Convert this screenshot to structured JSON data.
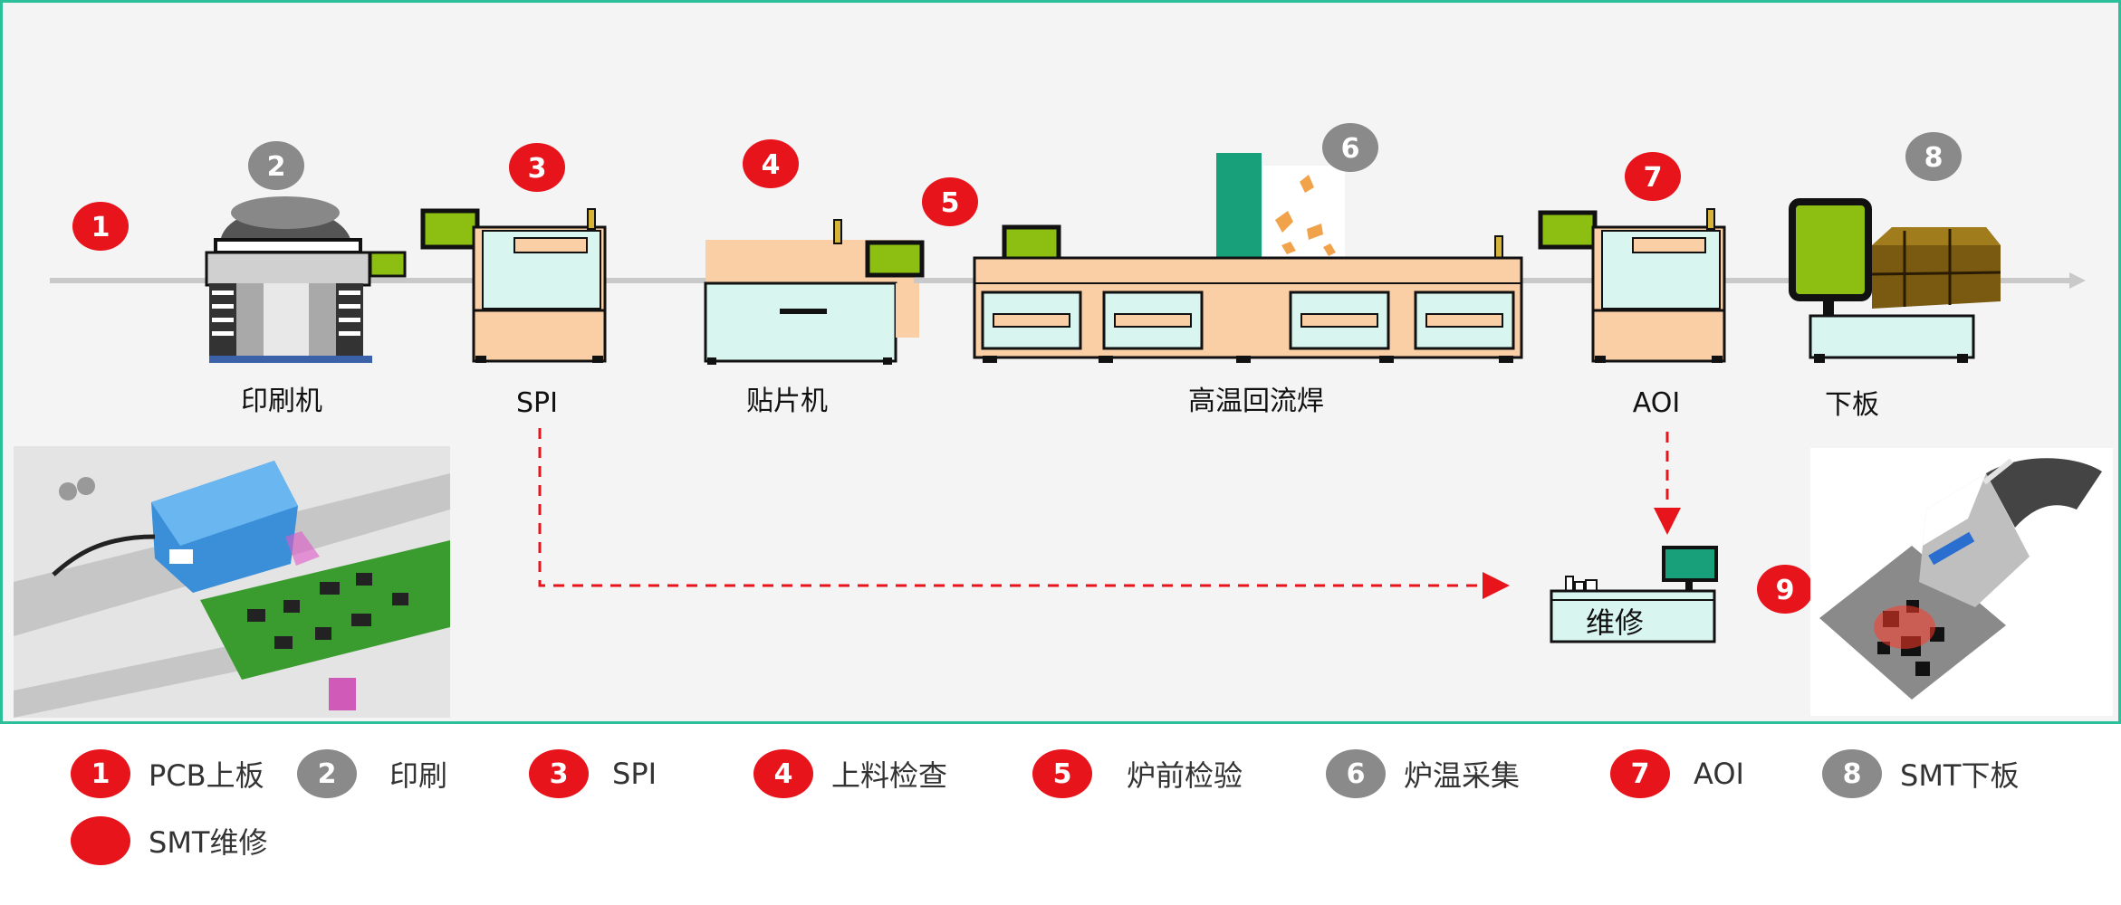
{
  "colors": {
    "red": "#e8141b",
    "gray": "#8a8a8a",
    "teal_frame": "#2bbf9a",
    "peach": "#fbcfa6",
    "mint": "#d8f6ef",
    "lime": "#8cbf12",
    "green": "#17a07a"
  },
  "stations": [
    {
      "label": "印刷机"
    },
    {
      "label": "SPI"
    },
    {
      "label": "贴片机"
    },
    {
      "label": "高温回流焊"
    },
    {
      "label": "AOI"
    },
    {
      "label": "下板"
    }
  ],
  "badges": [
    "1",
    "2",
    "3",
    "4",
    "5",
    "6",
    "7",
    "8",
    "9"
  ],
  "repair_label": "维修",
  "legend": [
    {
      "num": "1",
      "text": "PCB上板",
      "color": "red"
    },
    {
      "num": "2",
      "text": "印刷",
      "color": "gray"
    },
    {
      "num": "3",
      "text": "SPI",
      "color": "red"
    },
    {
      "num": "4",
      "text": "上料检查",
      "color": "red"
    },
    {
      "num": "5",
      "text": "炉前检验",
      "color": "red"
    },
    {
      "num": "6",
      "text": "炉温采集",
      "color": "gray"
    },
    {
      "num": "7",
      "text": "AOI",
      "color": "red"
    },
    {
      "num": "8",
      "text": "SMT下板",
      "color": "gray"
    },
    {
      "num": "",
      "text": "SMT维修",
      "color": "red"
    }
  ]
}
